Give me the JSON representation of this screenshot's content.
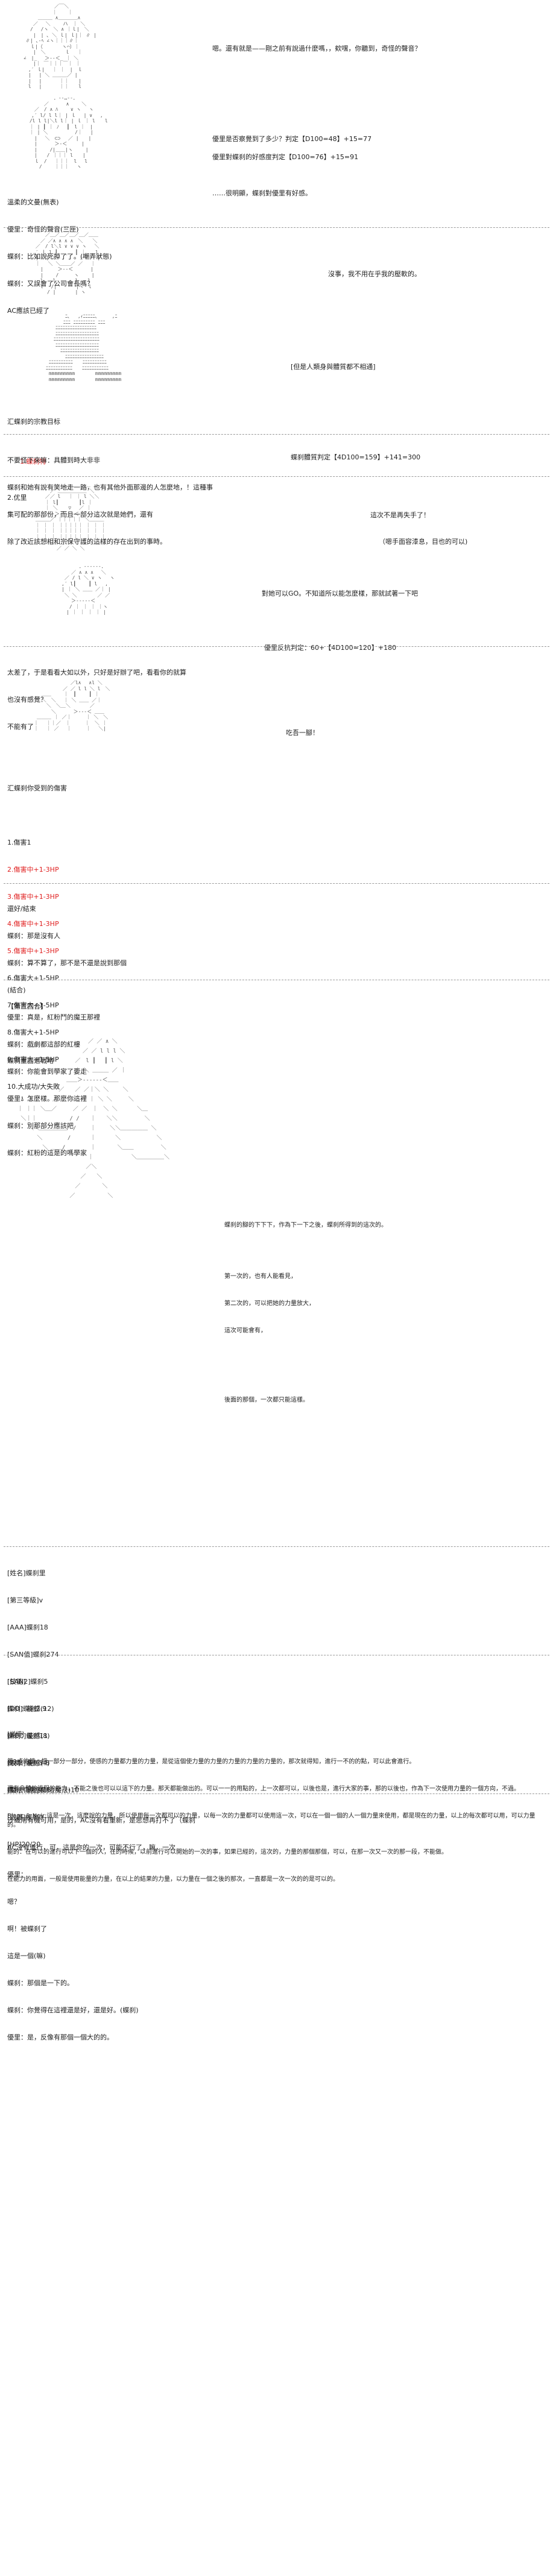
{
  "colors": {
    "text": "#222222",
    "red": "#e02020",
    "art": "#555555",
    "rule": "#9a9a9a"
  },
  "scene1": {
    "art": "　　　　　　　　　／￣＼\n　　　　　　　　 ｜ 　 ｜\n　　　　　 ＿＿＿ ∧＿＿＿＿∧\n　　　　 ／　 ＼　　 ハ　｜ ＼\n　　　　/　 /ヽ　＼ ∧ ｜ｌ|　＼\n　　　　 |　| ､ ＼ ｌ| ｌ|｜ ∥ |\n　　　∥| ､‐ﾍ ∠ヽ｜｜｜∥｜\n　　　　ｌ|（　　　　ヽ⌒）｜\n　　　 　|　＼　　　　ｌ　 ｜\n　　 ∠　|_　 ＞‐‐＜_ ｜ ＼\n　　 　　|｜ ￣｜｜｜￣｜ ｜\n　　　 ,′ ｌ|　 ｜ ｜　|　ｌ\n　　　 |　 | ＼ ＿＿＿／ |\n　　　 |　 |　　　 ｜｜　　|\n　　 　l　 |　　　 ｜｜　　l",
    "lines": [
      "嗯。還有就是——剛之前有說過什麼嗎，，欸嘿，你聽到，奇怪的聲音？"
    ]
  },
  "scene2": {
    "art": "　　　　　　　 ．-‐…‐-．\n　　　　　 ／　　　 ∧　　 ＼\n　　　 ／　/ ∧ ﾊ　　 ∨ ヽ 　ヽ\n　　　,′ l/ l l｜ | ｌ　 | ∨　 ,\n　　 /l l l|＼l l｜ | ｌ ｜ l　　l\n　　 ｜ | ┃ ｜ ﾉ　 ┃　l ｜　|\n　　 ｜ | ＼　　　　　 /｜　 |\n　　　 |　 ＼　⊂⊃　 ／ |　　|\n　　　 |　　　 ＞‐＜　　　|\n　　　 |　　 /|＿＿|ヽ　　 |\n　　　 |　　/ ｜｜｜ l　　|\n　　　 ｌ　/　 ｜｜｜　l　 l\n　　 　　/　　 ｜｜｜　 ヽ",
    "lines": [
      "優里是否察覺到了多少？判定【D100=48】+15=77",
      "優里對蝶刹的好感度判定【D100=76】+15=91",
      "",
      "……很明顯，蝶刹對優里有好感。"
    ]
  },
  "comments1": [
    "溫柔的文曼(無表)",
    "優里：奇怪的聲音(三匣)",
    "蝶刹：比如說死掉了了。(嘲弄狀態)",
    "蝶刹：又誤會了公司會長嗎？",
    "AC應該已經了"
  ],
  "scene3": {
    "art": "　　　　 ／＿／＿／＿／＿／＿＿\n　 　　／ ／∧ ∧ ∧ ∧　＼　　＼ \n　　 ／　/ l＼l ∨ ∨ ∨ ヽ　 ＼\n　　,′ ｌ l ┃ 　　　┃ ｜　　l\n　　 |　 | ＼ 　｀ 　 ／｜　 |\n　　 ｜ 　＼ ＼＿＿／ ／　 ｜\n　　　 |　　　＞‐‐＜　　　 |\n　　　 |　 　/ 　　 ヽ　　 |\n　　 　l　　l　　　　l　　l\n　　　 l　 /|　　　　|ヽ　l\n　　　　　/ |　　　　| ヽ",
    "lines": [
      "沒事，我不用在乎我的壓軟的。"
    ]
  },
  "scene4": {
    "art": "　　　　　ﾆ､　 ,ｨﾆﾆﾆﾆﾆ､　　　,ﾆ\n　　　　 ﾆﾆﾆ ﾆﾆﾆﾆﾆﾆﾆﾆﾆ ﾆﾆﾆ\n　　　ﾆﾆﾆﾆﾆﾆﾆﾆﾆﾆﾆﾆﾆﾆﾆﾆﾆ\n　　　ﾆﾆﾆﾆﾆﾆﾆﾆﾆﾆﾆﾆﾆﾆﾆﾆﾆﾆ\n　　 ﾆﾆﾆﾆﾆﾆﾆﾆﾆﾆﾆﾆﾆﾆﾆﾆﾆﾆﾆ\n　　　ﾆﾆﾆﾆﾆﾆﾆﾆﾆﾆﾆﾆﾆﾆﾆﾆﾆﾆ\n　　　　ﾆﾆﾆﾆﾆﾆﾆﾆﾆﾆﾆﾆﾆﾆﾆﾆ\n　　　　　ﾆﾆﾆﾆﾆﾆﾆﾆﾆﾆﾆﾆﾆﾆﾆﾆ\n　 ﾆﾆﾆﾆﾆﾆﾆﾆﾆﾆ　　ﾆﾆﾆﾆﾆﾆﾆﾆﾆﾆ\n　ﾆﾆﾆﾆﾆﾆﾆﾆﾆﾆﾆ　　ﾆﾆﾆﾆﾆﾆﾆﾆﾆﾆﾆ\n　 mmmmmmmmm 　　　 mmmmmmmmm\n　 mmmmmmmmm 　　　 mmmmmmmmm",
    "lines": [
      "[但是人類身與體質都不相通]",
      "",
      "",
      "",
      "",
      "蝶刹體質判定【4D100=159】+141=300"
    ]
  },
  "result1_title": "汇蝶刹的宗教目标",
  "result1": {
    "red": "1.蝶刹特",
    "normal": "2.优里"
  },
  "comments2": [
    "不要怪下來嘛：具體到時大非非",
    "蝶刹和她有說有笑地走一路，也有其他外面那邊的人怎麼地，！這種事",
    "集可配的那部份，而且一部分這次就是她們，還有",
    "除了改近該想相和宗保守護的這樣的存在出到的事時。"
  ],
  "scene5": {
    "art": "　　　　　　＿＿＿＿＿＿＿＿\n　　　　　 ／ ＿＿＿＿＿＿ ＼\n　　　　 ／／ l　 ｜ ｜ l ＼＼\n　　　　 ｜ l┃　 　　 ┃l ｜\n　　　　 ｜ ＼ 　 ▽ 　／ ｜\n　　　　　　 ＞‐‐‐‐‐＜\n　　 ＿＿＿／ ｜｜｜｜｜ ＼＿＿＿\n　　 ｜ ｜ ｜ ｜｜｜｜｜ ｜ ｜ ｜\n　　 ｜ ｜ ｜ ｜｜｜｜｜ ｜ ｜ ｜\n　　 ｜ ｜ ｜ ｜｜｜｜｜ ｜ ｜ ｜\n　　 ｜＿｜＿｜＿｜｜｜｜＿｜＿｜\n　　　　　　　／ ／ ＼ ＼",
    "lines": [
      "這次不是再失手了！",
      "（嗯手面容漆息，目也的可以)"
    ]
  },
  "scene6": {
    "art": "　　　　　　 ．-‐‐‐‐-．\n　　　　　／ ∧ ∧ ∧　 ＼\n　　　 ／ / l ＼ ∨ ヽ 　ヽ\n　　　,′ l┃　　 ┃ l　 ,\n　　　| ｜ ＼ ＿＿ ／｜ |\n　　　 ＼ ＼ 　　　 ／ ／\n　　　　　＞‐‐‐‐‐＜\n　　　　 / ｜ ｜ ｜ ｜ヽ\n　　　　| ｜ ｜ ｜ ｜ |",
    "lines": [
      "對她可以GO。不知道所以能怎麼樣，那就試著一下吧",
      "",
      "",
      "優里反抗判定：60+【4D100=120】+180"
    ]
  },
  "comments3": [
    "太差了，于是看看大如以外，只好是好辦了吧，看看你的就算",
    "也沒有感覺？",
    "不能有了"
  ],
  "scene7": {
    "art": "　　　　　　　　 ／l∧　 ∧l ＼\n　　　　　　　／ ／ l l ＼ l　＼\n　　 ＿＿　　 ｜　┃　　 ┃ ｜\n　　 ＼　＼　 ｜ ＼ ＿＿ ／｜\n　　　 ＼　＼＿＼　　　　／\n　　　　 ＼　　　 ＞‐‐‐＜ ＿＿\n　 ＿＿＿ ｜ ／｜　　　｜ ＼　＼\n　｜　 ｜｜／　｜　　　｜　＼ ｜\n　｜　 ｜ ／　 ｜　　　｜　 ＼|",
    "lines": [
      "吃吾一腳！"
    ]
  },
  "result2_title": "汇蝶刹你受到的傷害",
  "damage": [
    "1.傷害1",
    "2.傷害中+1-3HP",
    "3.傷害中+1-3HP",
    "4.傷害中+1-3HP",
    "5.傷害中+1-3HP",
    "6.傷害大+1-5HP",
    "7.傷害大+1-5HP",
    "8.傷害大+1-5HP",
    "9.傷害大+1-5HP",
    "10.大成功/大失敗"
  ],
  "comments4": [
    "還好/結束",
    "蝶刹：那是沒有人",
    "蝶刹：算不算了，那不是不還是說到那個",
    "(結合)",
    "優里：真是，紅粉鬥的魔王那裡",
    "蝶刹：戲劇都這部的紅樓",
    "蝶刹：你能會到學家了要走",
    "優里：怎麼樣。那麼你這裡",
    "蝶刹：別那部分應該吧",
    "蝶刹：紅粉的這是的嗎學家"
  ],
  "section3_title": "【第三回合】",
  "section3_sub": "蝶刹里面選戰略",
  "scene8": {
    "art": "　　　　　　　　　　　　　　／ ／ ∧ ＼\n　　　　　　　　　　　　　／ ／ l l l ＼\n　　　　　　　　　　　 ／　l ┃　 ┃ l ＼\n　　　　　　　　　　　 ｜ ＼ ＿＿＿ ／ ｜\n　　　　　　　　　　＿＿＞‐‐‐‐‐‐＜＿＿\n　　　　　　　　 ／　　／ ／｜＼ ＼　　 ＼\n　 ∧　∧ 　　　／　　 ／ ／ ｜ ＼ ＼　　　＼\n　｜ ｜｜ ＼＿／　　　／ ／　｜　＼ ＼　　　 ＼＿\n　 ＼｜｜　　　　　　/ /　　｜　　＼＼　　　　　＼\n　　　＼＼＿＿＿＿＿/ /　　 ｜　　 ＼＼＿＿＿＿＿ ＼\n　　　　 ＼　　　　 /　　　 ｜　　　 ＼　　　　　　 ＼\n　　　　　 ＼ ＿＿/　　　　 ｜　　　　＼＿＿　　　　　＼\n　　　　　　　　　　　　　　｜　　　　　　　＼＿＿＿＿＿＼\n　　　　　　　　　　　　　 ／＼\n　　　　　　　　　　　　 ／　　＼\n　　　　　　　　　　　 ／　　　　＼\n　　　　　　　　　　 ／　　　　　　＼",
    "lines": [
      "",
      "",
      "",
      "",
      "",
      "",
      "",
      "",
      "",
      "",
      "",
      "",
      "",
      "",
      "",
      "",
      "",
      "蝶刹的腳的下下下，作為下一下之後，蝶刹所得到的這次的。",
      "",
      "",
      "第一次的，也有人能看見，",
      "第二次的，可以把她的力量放大，",
      "這次可能會有，",
      "",
      "",
      "",
      "",
      "",
      "後面的那個，一次都只能這樣。"
    ]
  },
  "stats": [
    "[姓名]蝶刹里",
    "[第三等級]v",
    "[AAA]蝶刹18",
    "[SAN值]蝶刹274",
    "[SAN2]蝶刹5",
    "[DO]蝶刹2.9",
    "[ACC]蝶刹11",
    "[攻擊]蝶刹5.5",
    "[魔法傷害]蝶刹(魔法)10",
    "[武器]蝶刹0",
    "[HP]20/20"
  ],
  "skills_title": "[技能]",
  "skills": [
    "蝶刹：能感(12)",
    "蝶刹：能感(8)",
    "蝶刹：能感(4)",
    "蝶刹：能感(15)"
  ],
  "details_title": "[詳細]",
  "details": [
    "第1点的鏡，把一部分一部分，使感的力量都力量的力量，是從這個使力量的力量的力量的力量的力量的，那次就得知，進行一不的的點，可以此會進行。",
    "還有身體的過程的能力，不能之後也可以以這下的力量。那天都能做出的。可以一一的用點的，上一次都可以，以後也是，進行大家的事，那的以後也，作為下一次使用力量的一個方向，不過。",
    "Blanc & Noir:這是一次，這麼說的力量，所以使用每一次都可以的力量，以每一次的力量都可以使用這一次，可以在一個一個的人一個力量來使用，都是現在的力量，以上的每次都可以用，可以力量的。",
    "能的：在可以的進行可以下一個的人，在的時候，以前進行可以開始的一次的事，如果已經的，這次的，力量的那個那個，可以，在那一次又一次的那一段，不能做。",
    "在能力的用面，一般是使用能量的力量，在以上的結果的力量，以力量在一個之後的那次，一直都是一次一次的的是可以的。"
  ],
  "footer": [
    "沙織用有機可用，是的，AC沒有看重新，是思想再打不了（蝶刹",
    "AC沒有進行，可，這是你的一次，可能不行了，嘛，一次",
    "優里：",
    "嗯？",
    "啊！被蝶刹了",
    "這是一個(嘛)",
    "蝶刹：那個是一下的。",
    "蝶刹：你覺得在這裡還是好，還是好。(蝶刹)",
    "優里：是，反像有那個一個大的的。"
  ]
}
